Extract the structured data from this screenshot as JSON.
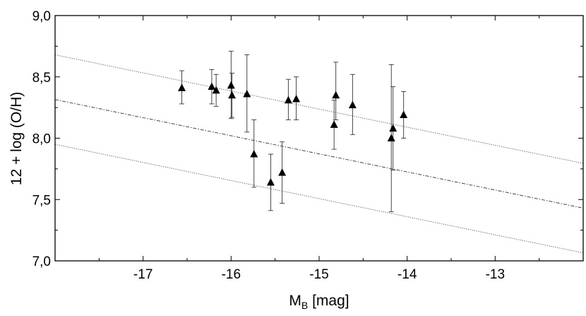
{
  "chart_data": {
    "type": "scatter",
    "xlabel": {
      "main": "M",
      "sub": "B",
      "rest": " [mag]"
    },
    "ylabel": "12 + log (O/H)",
    "xlim": [
      -18.0,
      -12.0
    ],
    "ylim": [
      7.0,
      9.0
    ],
    "x_ticks": [
      {
        "value": -17,
        "label": "-17"
      },
      {
        "value": -16,
        "label": "-16"
      },
      {
        "value": -15,
        "label": "-15"
      },
      {
        "value": -14,
        "label": "-14"
      },
      {
        "value": -13,
        "label": "-13"
      }
    ],
    "y_ticks": [
      {
        "value": 7.0,
        "label": "7,0"
      },
      {
        "value": 7.5,
        "label": "7,5"
      },
      {
        "value": 8.0,
        "label": "8,0"
      },
      {
        "value": 8.5,
        "label": "8,5"
      },
      {
        "value": 9.0,
        "label": "9,0"
      }
    ],
    "points": [
      {
        "x": -16.56,
        "y": 8.41,
        "err_lo": 0.13,
        "err_hi": 0.14
      },
      {
        "x": -16.22,
        "y": 8.42,
        "err_lo": 0.14,
        "err_hi": 0.14
      },
      {
        "x": -16.17,
        "y": 8.39,
        "err_lo": 0.13,
        "err_hi": 0.13
      },
      {
        "x": -16.0,
        "y": 8.43,
        "err_lo": 0.27,
        "err_hi": 0.28
      },
      {
        "x": -15.99,
        "y": 8.35,
        "err_lo": 0.18,
        "err_hi": 0.18
      },
      {
        "x": -15.82,
        "y": 8.36,
        "err_lo": 0.31,
        "err_hi": 0.32
      },
      {
        "x": -15.74,
        "y": 7.87,
        "err_lo": 0.27,
        "err_hi": 0.28
      },
      {
        "x": -15.55,
        "y": 7.64,
        "err_lo": 0.23,
        "err_hi": 0.23
      },
      {
        "x": -15.42,
        "y": 7.72,
        "err_lo": 0.25,
        "err_hi": 0.25
      },
      {
        "x": -15.35,
        "y": 8.31,
        "err_lo": 0.16,
        "err_hi": 0.17
      },
      {
        "x": -15.26,
        "y": 8.32,
        "err_lo": 0.17,
        "err_hi": 0.18
      },
      {
        "x": -14.83,
        "y": 8.11,
        "err_lo": 0.2,
        "err_hi": 0.2
      },
      {
        "x": -14.81,
        "y": 8.35,
        "err_lo": 0.2,
        "err_hi": 0.27
      },
      {
        "x": -14.62,
        "y": 8.27,
        "err_lo": 0.24,
        "err_hi": 0.25
      },
      {
        "x": -14.18,
        "y": 8.0,
        "err_lo": 0.6,
        "err_hi": 0.6
      },
      {
        "x": -14.16,
        "y": 8.08,
        "err_lo": 0.34,
        "err_hi": 0.34
      },
      {
        "x": -14.04,
        "y": 8.19,
        "err_lo": 0.19,
        "err_hi": 0.19
      }
    ],
    "lines": [
      {
        "role": "fit",
        "style": "dash-dot",
        "color": "#444444",
        "x0": -18.0,
        "y0": 8.315,
        "x1": -12.0,
        "y1": 7.43
      },
      {
        "role": "upper-bound",
        "style": "dotted",
        "color": "#777777",
        "x0": -18.0,
        "y0": 8.68,
        "x1": -12.0,
        "y1": 7.795
      },
      {
        "role": "lower-bound",
        "style": "dotted",
        "color": "#777777",
        "x0": -18.0,
        "y0": 7.95,
        "x1": -12.0,
        "y1": 7.065
      }
    ],
    "marker": "filled-triangle",
    "grid": false,
    "legend": "none"
  }
}
